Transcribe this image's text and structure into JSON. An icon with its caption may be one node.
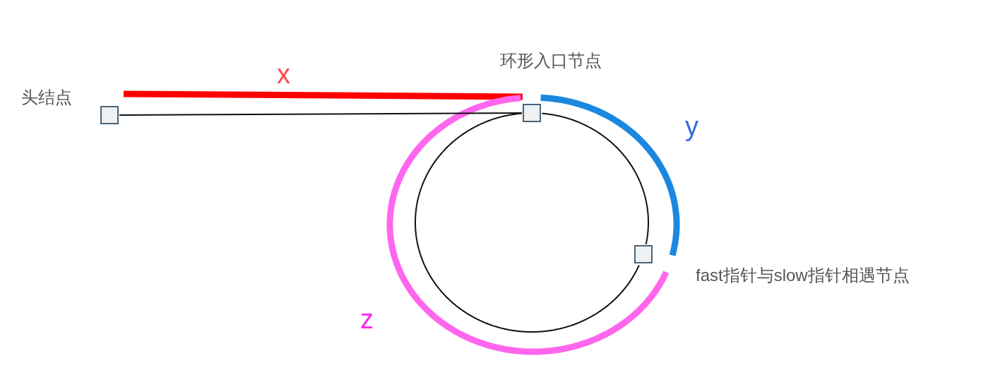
{
  "diagram": {
    "nodes": [
      {
        "text": [
          "头结点"
        ]
      },
      {
        "text": [
          "环形入口节点"
        ]
      },
      {
        "text": [
          "fast指针与slow指针相遇节点"
        ]
      }
    ],
    "edges": [
      {
        "from": 0,
        "to": 1,
        "arrow": "none"
      },
      {
        "from": 1,
        "to": 2,
        "arrow": "none"
      },
      {
        "from": 2,
        "to": 1,
        "arrow": "none"
      }
    ],
    "labels": [
      "x",
      "y",
      "z"
    ]
  }
}
